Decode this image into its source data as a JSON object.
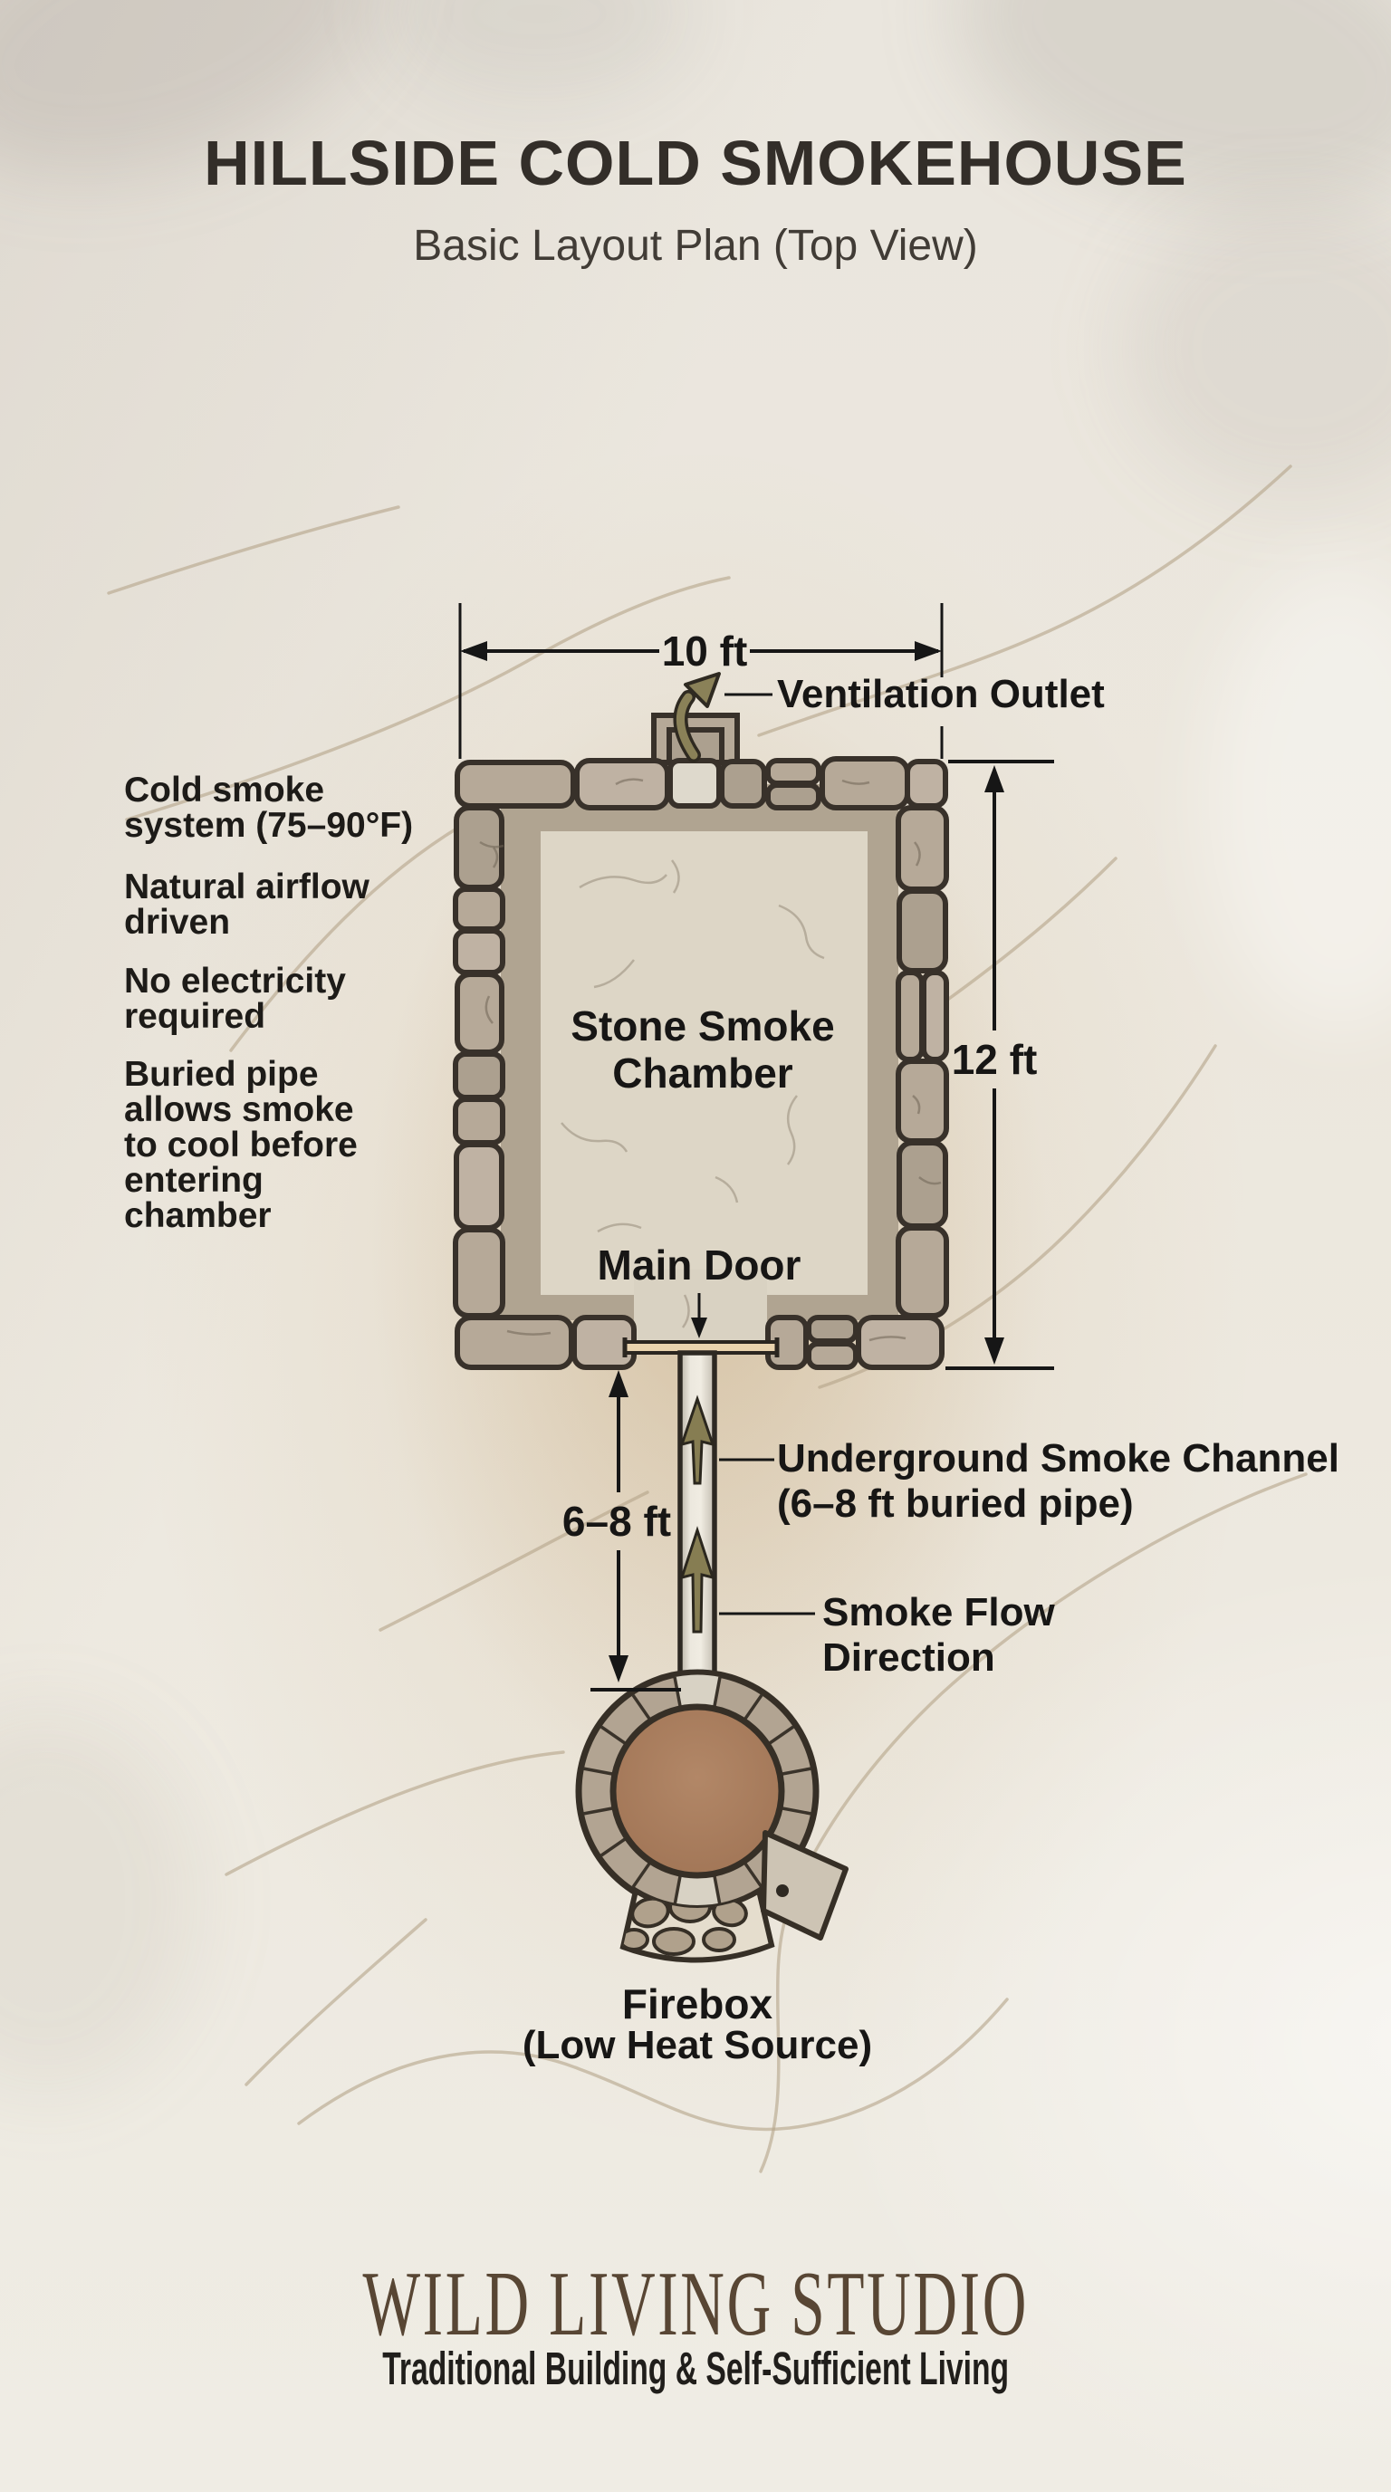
{
  "page": {
    "title": "HILLSIDE COLD SMOKEHOUSE",
    "subtitle": "Basic Layout Plan (Top View)"
  },
  "notes": [
    "Cold smoke\nsystem (75–90°F)",
    "Natural airflow\ndriven",
    "No electricity\nrequired",
    "Buried pipe\nallows smoke\nto cool before\nentering\nchamber"
  ],
  "diagram": {
    "dimensions": {
      "width": "10 ft",
      "height": "12 ft",
      "pipe_depth": "6–8 ft"
    },
    "labels": {
      "vent": "Ventilation Outlet",
      "chamber": "Stone Smoke\nChamber",
      "door": "Main Door",
      "channel": "Underground Smoke Channel\n(6–8 ft buried pipe)",
      "flow": "Smoke Flow\nDirection",
      "firebox_name": "Firebox",
      "firebox_sub": "(Low Heat Source)"
    }
  },
  "footer": {
    "brand": "WILD LIVING STUDIO",
    "tagline": "Traditional Building & Self-Sufficient Living"
  },
  "colors": {
    "ink": "#171615",
    "stone": "#b6a998",
    "stone_outline": "#38312a",
    "floor": "#ddd6c6",
    "firebox_brown": "#a87c5a",
    "smoke_arrow_olive": "#867d52",
    "brand_brown": "#584634",
    "contour_tan": "#b4a489",
    "paper": "#ece8e0"
  }
}
